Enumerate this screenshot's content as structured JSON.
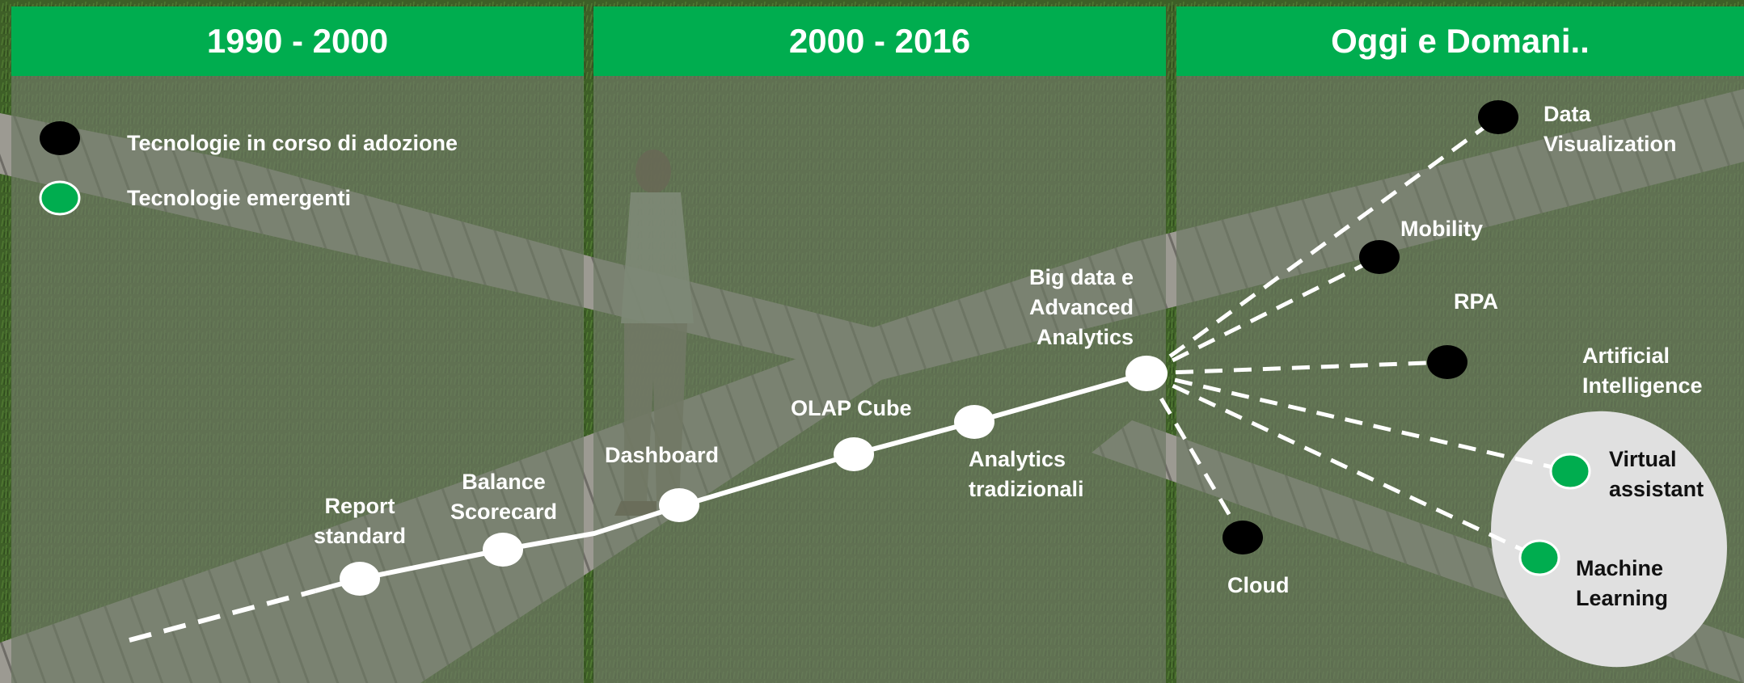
{
  "periods": [
    {
      "label": "1990 - 2000"
    },
    {
      "label": "2000 - 2016"
    },
    {
      "label": "Oggi e Domani.."
    }
  ],
  "legend": {
    "adopting": {
      "label": "Tecnologie in corso di adozione",
      "color": "#000000"
    },
    "emerging": {
      "label": "Tecnologie emergenti",
      "color": "#00ad4f"
    }
  },
  "milestones": [
    {
      "label": "Report\nstandard"
    },
    {
      "label": "Balance\nScorecard"
    },
    {
      "label": "Dashboard"
    },
    {
      "label": "OLAP Cube"
    },
    {
      "label": "Analytics\ntradizionali"
    },
    {
      "label": "Big data e\nAdvanced\nAnalytics"
    }
  ],
  "future": [
    {
      "label": "Data\nVisualization",
      "kind": "adopting"
    },
    {
      "label": "Mobility",
      "kind": "adopting"
    },
    {
      "label": "RPA",
      "kind": "adopting"
    },
    {
      "label": "Cloud",
      "kind": "adopting"
    },
    {
      "label": "Artificial\nIntelligence",
      "kind": "group"
    },
    {
      "label": "Virtual\nassistant",
      "kind": "emerging"
    },
    {
      "label": "Machine\nLearning",
      "kind": "emerging"
    }
  ],
  "colors": {
    "header": "#00ad4f",
    "overlay": "#6e7864",
    "ai_group": "#e0e0e0"
  }
}
